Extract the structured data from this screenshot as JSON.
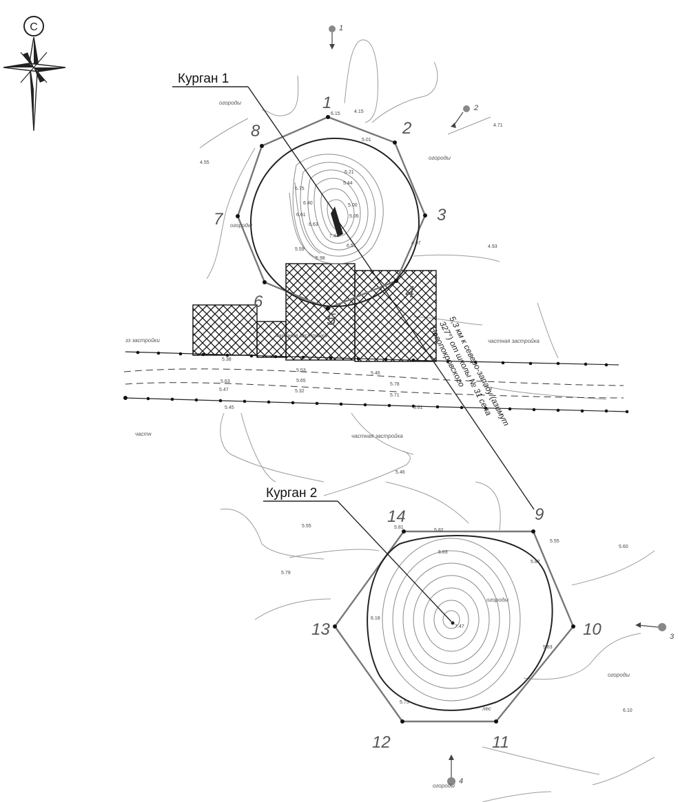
{
  "compass": {
    "north_letter": "С"
  },
  "mounds": [
    {
      "label": "Курган 1",
      "vertices": [
        "1",
        "2",
        "3",
        "4",
        "5",
        "6",
        "7",
        "8"
      ]
    },
    {
      "label": "Курган 2",
      "vertices": [
        "9",
        "10",
        "11",
        "12",
        "13",
        "14"
      ]
    }
  ],
  "distance_note": {
    "line1": "5,3 км к северо-западу (азимут",
    "line2": "327°) от школы № 31 села",
    "line3": "Новопокровского"
  },
  "photo_points": [
    "1",
    "2",
    "3",
    "4"
  ],
  "area_notes": {
    "ogorod_1": "огороды",
    "ogorod_2": "огороды",
    "ogorod_3": "огороды",
    "ogorod_4": "огороды",
    "ogorod_5": "огороды",
    "zastroyka_left": "зз застройки",
    "zastroyka_right": "частная застройка",
    "zastroyka_mid": "частная застройка",
    "zastroyka_center": "частная застройка",
    "chastn": "частн",
    "ogorod_k2": "огороды",
    "les": "лес"
  },
  "elevations": {
    "e1": "4.15",
    "e2": "4.71",
    "e3": "4.55",
    "e4": "4.93",
    "e5": "6.15",
    "e6": "4.97",
    "e7": "5.01",
    "e8": "6.21",
    "e9": "5.44",
    "e10": "6.75",
    "e11": "5.00",
    "e12": "6.40",
    "e13": "6.61",
    "e14": "6.63",
    "e15": "7.44",
    "e16": "6.51",
    "e17": "5.98",
    "e18": "5.06",
    "e19": "5.59",
    "e20": "5.38",
    "e21": "5.53",
    "e22": "5.46",
    "e23": "5.78",
    "e24": "5.63",
    "e25": "5.47",
    "e26": "5.32",
    "e27": "5.71",
    "e28": "5.65",
    "e29": "5.45",
    "e30": "5.46",
    "e31": "5.55",
    "e32": "5.79",
    "e33": "5.81",
    "e34": "5.82",
    "e35": "6.83",
    "e36": "5.55",
    "e37": "5.60",
    "e38": "5.87",
    "e39": "6.18",
    "e40": "7.47",
    "e41": "5.83",
    "e42": "5.75",
    "e43": "6.10",
    "e44": "5.61"
  }
}
